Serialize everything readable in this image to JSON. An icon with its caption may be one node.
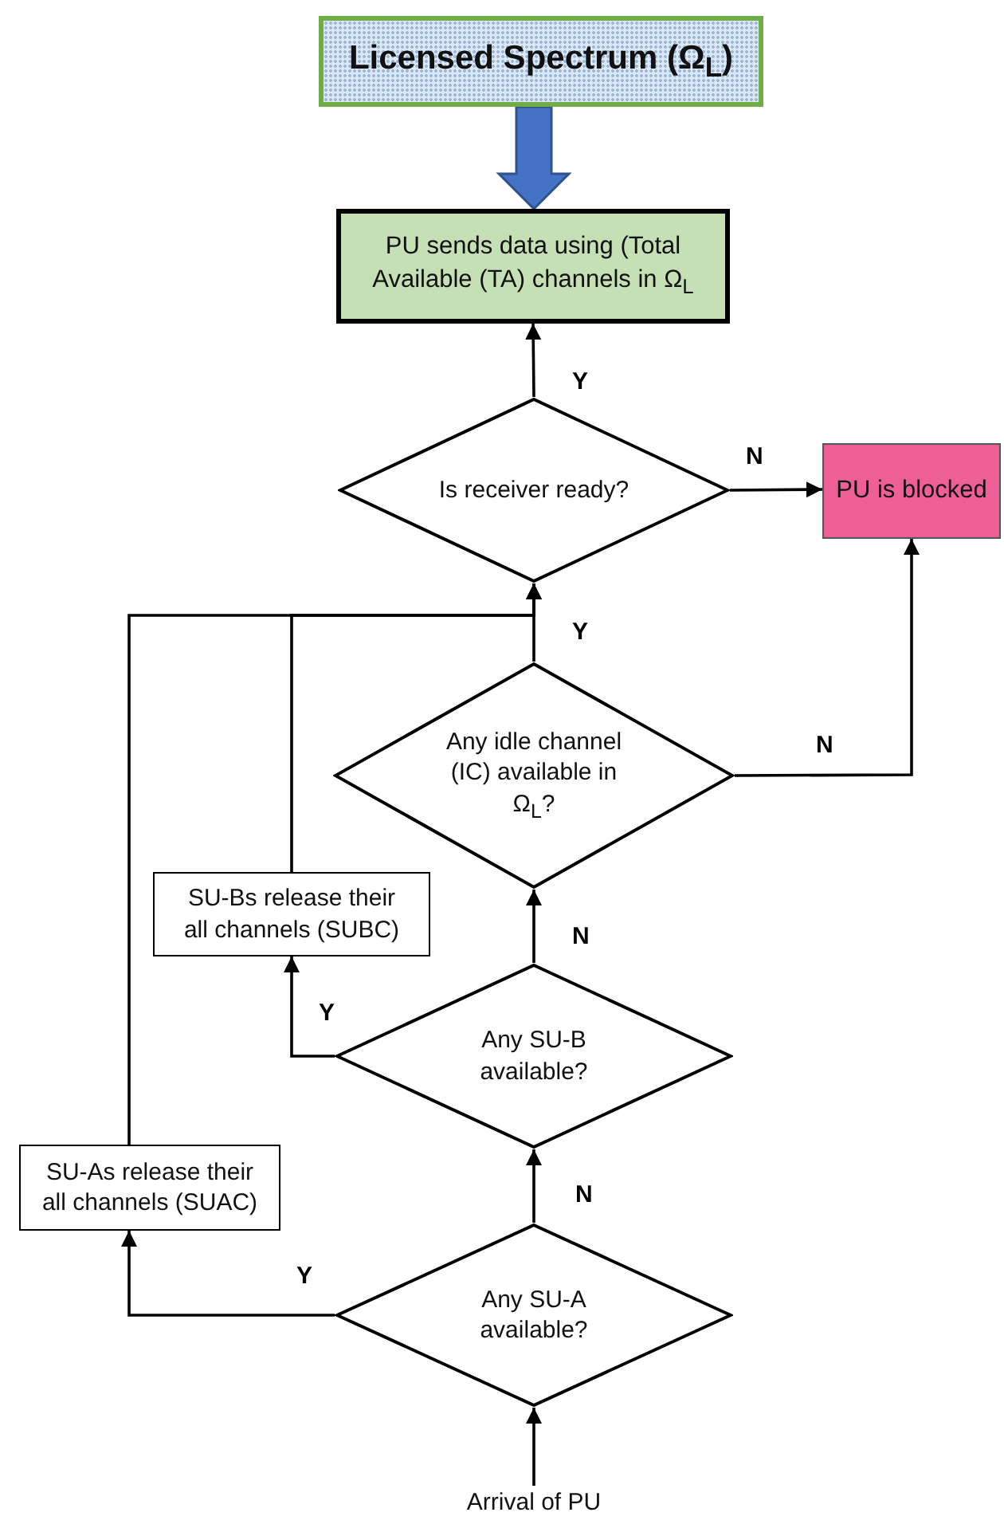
{
  "diagram": {
    "nodes": [
      {
        "text": [
          "Licensed Spectrum (Ω$_{L}$)"
        ]
      },
      {
        "text": [
          "PU sends data using (Total Available (TA) channels in Ω$_{L}$"
        ]
      },
      {
        "text": [
          "Is receiver ready?"
        ]
      },
      {
        "text": [
          "PU is blocked"
        ]
      },
      {
        "text": [
          "Any idle channel (IC) available in Ω$_{L}$?"
        ]
      },
      {
        "text": [
          "SU-Bs release their all channels (SUBC)"
        ]
      },
      {
        "text": [
          "Any SU-B available?"
        ]
      },
      {
        "text": [
          "SU-As release their all channels (SUAC)"
        ]
      },
      {
        "text": [
          "Any SU-A available?"
        ]
      },
      {
        "text": [
          "Arrival of PU"
        ]
      }
    ],
    "edges": [
      {
        "from": 0,
        "to": 1,
        "arrow": "to",
        "style": "thick",
        "color": "#4472c4"
      },
      {
        "from": 2,
        "to": 1,
        "arrow": "to",
        "label": "Y"
      },
      {
        "from": 2,
        "to": 3,
        "arrow": "to",
        "label": "N"
      },
      {
        "from": 4,
        "to": 2,
        "arrow": "to",
        "label": "Y"
      },
      {
        "from": 4,
        "to": 3,
        "arrow": "to",
        "label": "N"
      },
      {
        "from": 6,
        "to": 4,
        "arrow": "to",
        "label": "N"
      },
      {
        "from": 8,
        "to": 6,
        "arrow": "to",
        "label": "N"
      },
      {
        "from": 9,
        "to": 8,
        "arrow": "to"
      },
      {
        "from": 6,
        "to": 5,
        "arrow": "to",
        "label": "Y"
      },
      {
        "from": 5,
        "to": 2,
        "arrow": "to"
      },
      {
        "from": 8,
        "to": 7,
        "arrow": "to",
        "label": "Y"
      },
      {
        "from": 7,
        "to": 2,
        "arrow": "to"
      }
    ]
  }
}
